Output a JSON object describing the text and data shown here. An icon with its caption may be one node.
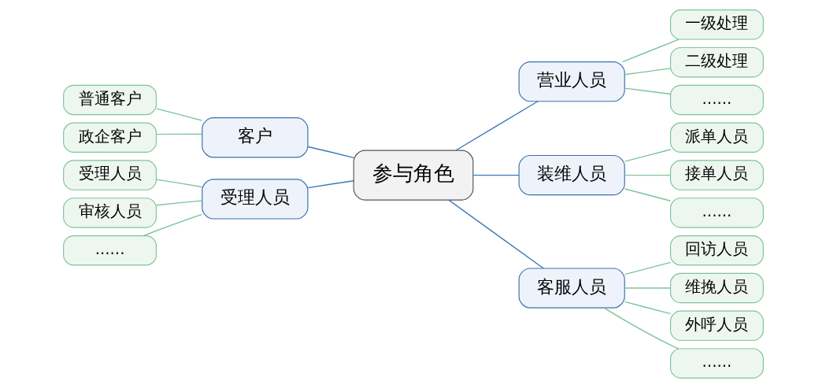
{
  "diagram": {
    "nodes": [
      {
        "text": [
          "参与角色"
        ]
      },
      {
        "text": [
          "客户"
        ]
      },
      {
        "text": [
          "普通客户"
        ]
      },
      {
        "text": [
          "政企客户"
        ]
      },
      {
        "text": [
          "受理人员"
        ]
      },
      {
        "text": [
          "受理人员"
        ]
      },
      {
        "text": [
          "审核人员"
        ]
      },
      {
        "text": [
          "......"
        ]
      },
      {
        "text": [
          "营业人员"
        ]
      },
      {
        "text": [
          "一级处理"
        ]
      },
      {
        "text": [
          "二级处理"
        ]
      },
      {
        "text": [
          "......"
        ]
      },
      {
        "text": [
          "装维人员"
        ]
      },
      {
        "text": [
          "派单人员"
        ]
      },
      {
        "text": [
          "接单人员"
        ]
      },
      {
        "text": [
          "......"
        ]
      },
      {
        "text": [
          "客服人员"
        ]
      },
      {
        "text": [
          "回访人员"
        ]
      },
      {
        "text": [
          "维挽人员"
        ]
      },
      {
        "text": [
          "外呼人员"
        ]
      },
      {
        "text": [
          "......"
        ]
      }
    ],
    "edges": [
      {
        "from": 0,
        "to": 1,
        "arrow": "none",
        "color": "#3a78b8"
      },
      {
        "from": 1,
        "to": 2,
        "arrow": "none"
      },
      {
        "from": 1,
        "to": 3,
        "arrow": "none"
      },
      {
        "from": 0,
        "to": 4,
        "arrow": "none",
        "color": "#3a78b8"
      },
      {
        "from": 4,
        "to": 5,
        "arrow": "none"
      },
      {
        "from": 4,
        "to": 6,
        "arrow": "none"
      },
      {
        "from": 4,
        "to": 7,
        "arrow": "none"
      },
      {
        "from": 0,
        "to": 8,
        "arrow": "none",
        "color": "#3a78b8"
      },
      {
        "from": 8,
        "to": 9,
        "arrow": "none"
      },
      {
        "from": 8,
        "to": 10,
        "arrow": "none"
      },
      {
        "from": 8,
        "to": 11,
        "arrow": "none"
      },
      {
        "from": 0,
        "to": 12,
        "arrow": "none",
        "color": "#3a78b8"
      },
      {
        "from": 12,
        "to": 13,
        "arrow": "none"
      },
      {
        "from": 12,
        "to": 14,
        "arrow": "none"
      },
      {
        "from": 12,
        "to": 15,
        "arrow": "none"
      },
      {
        "from": 0,
        "to": 16,
        "arrow": "none",
        "color": "#3a78b8"
      },
      {
        "from": 16,
        "to": 17,
        "arrow": "none"
      },
      {
        "from": 16,
        "to": 18,
        "arrow": "none"
      },
      {
        "from": 16,
        "to": 19,
        "arrow": "none"
      },
      {
        "from": 16,
        "to": 20,
        "arrow": "none"
      }
    ]
  }
}
